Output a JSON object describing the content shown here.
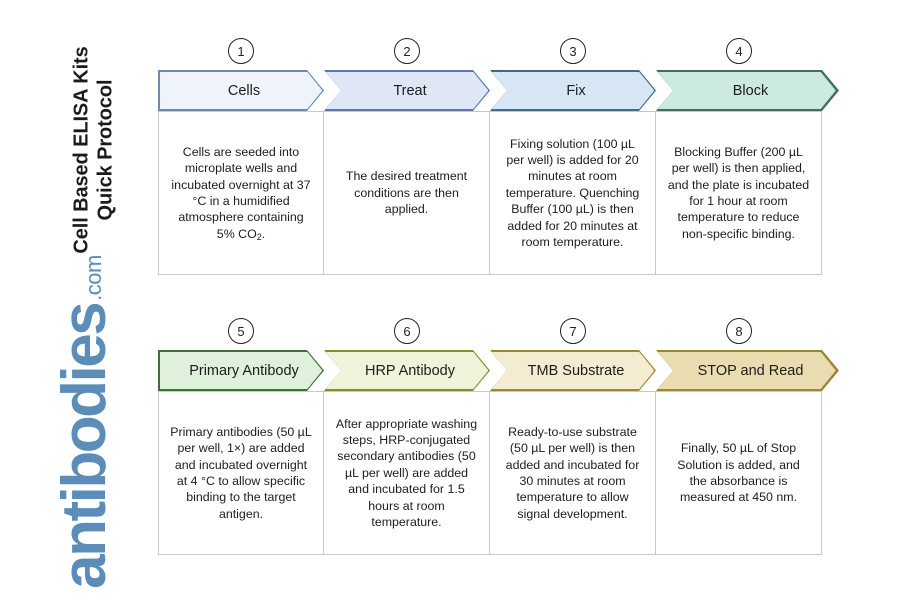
{
  "branding": {
    "title_line1": "Cell Based ELISA Kits",
    "title_line2": "Quick Protocol",
    "logo_main": "antibodies",
    "logo_tld": ".com",
    "logo_color": "#5b8db8"
  },
  "diagram": {
    "type": "process-flow-chevron",
    "rows": 2,
    "steps_per_row": 4,
    "total_steps": 8
  },
  "steps": [
    {
      "number": "1",
      "label": "Cells",
      "fill": "#eef4fa",
      "border": "#6a8cae",
      "body": "Cells are seeded into microplate wells and incubated overnight at 37 °C in a humidified atmosphere containing 5% CO",
      "body_sub": "2",
      "body_tail": "."
    },
    {
      "number": "2",
      "label": "Treat",
      "fill": "#dfe6f5",
      "border": "#5c78ab",
      "body": "The desired treatment conditions are then applied.",
      "body_sub": "",
      "body_tail": ""
    },
    {
      "number": "3",
      "label": "Fix",
      "fill": "#d7e6f4",
      "border": "#3f6a8c",
      "body": "Fixing solution (100 µL per well) is added for 20 minutes at room temperature. Quenching Buffer (100 µL) is then added for 20 minutes at room temperature.",
      "body_sub": "",
      "body_tail": ""
    },
    {
      "number": "4",
      "label": "Block",
      "fill": "#cdeadf",
      "border": "#3f6f63",
      "body": "Blocking Buffer (200 µL per well) is then applied, and the plate is incubated for 1 hour at room temperature to reduce non-specific binding.",
      "body_sub": "",
      "body_tail": ""
    },
    {
      "number": "5",
      "label": "Primary Antibody",
      "fill": "#dff0dc",
      "border": "#3e7032",
      "body": "Primary antibodies (50 µL per well, 1×) are added and incubated overnight at 4 °C to allow specific binding to the target antigen.",
      "body_sub": "",
      "body_tail": ""
    },
    {
      "number": "6",
      "label": "HRP Antibody",
      "fill": "#eef4da",
      "border": "#8a8b2e",
      "body": "After appropriate washing steps, HRP-conjugated secondary antibodies (50 µL per well) are added and incubated for 1.5 hours at room temperature.",
      "body_sub": "",
      "body_tail": ""
    },
    {
      "number": "7",
      "label": "TMB Substrate",
      "fill": "#f3ecd0",
      "border": "#9c8534",
      "body": "Ready-to-use substrate (50 µL per well) is then added and incubated for 30 minutes at room temperature to allow signal development.",
      "body_sub": "",
      "body_tail": ""
    },
    {
      "number": "8",
      "label": "STOP and Read",
      "fill": "#e8dcb0",
      "border": "#9c8534",
      "body": "Finally, 50 µL of Stop Solution is added, and the absorbance is measured at 450 nm.",
      "body_sub": "",
      "body_tail": ""
    }
  ]
}
